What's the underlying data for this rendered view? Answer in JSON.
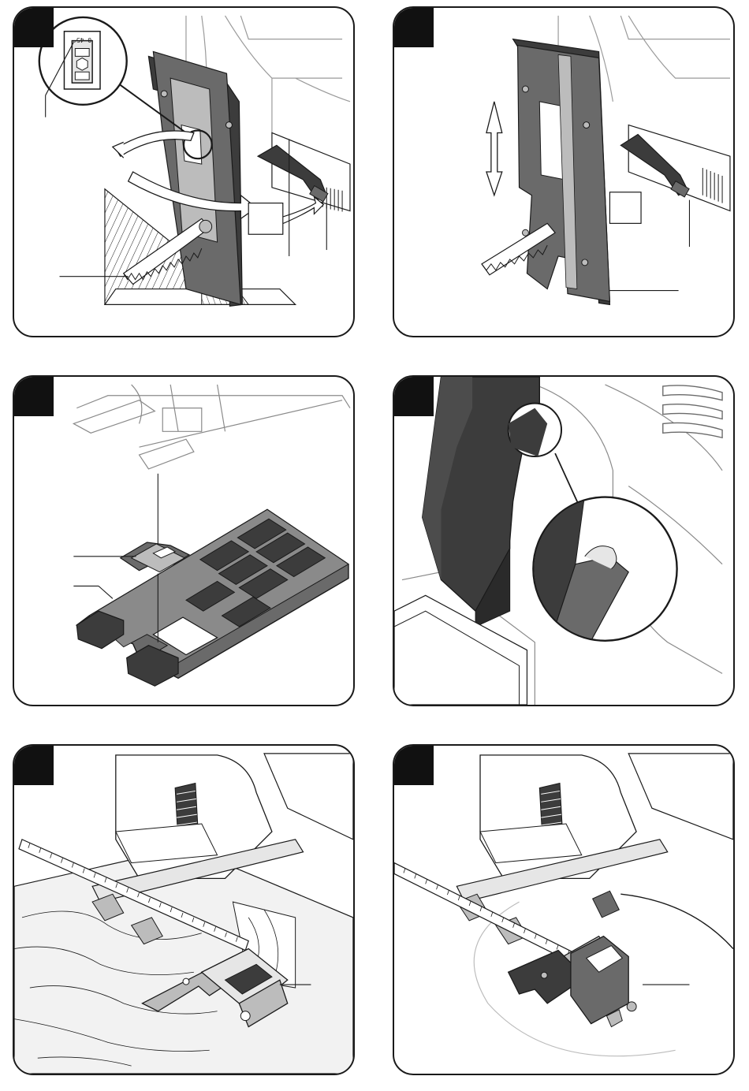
{
  "page": {
    "panels": [
      {
        "id": "panel-1",
        "depicts": "base-plate-bevel-adjustment"
      },
      {
        "id": "panel-2",
        "depicts": "base-plate-sliding-adjustment"
      },
      {
        "id": "panel-3",
        "depicts": "anti-splinter-insert-and-cover"
      },
      {
        "id": "panel-4",
        "depicts": "dust-extraction-port-detail"
      },
      {
        "id": "panel-5",
        "depicts": "parallel-guide-on-workpiece"
      },
      {
        "id": "panel-6",
        "depicts": "circle-cutter-attachment"
      }
    ]
  },
  "panel1": {
    "bevel_scale_text": "0 45°"
  },
  "colors": {
    "line": "#1a1a1a",
    "fill_dark": "#3c3c3c",
    "fill_mid": "#6a6a6a",
    "fill_light": "#bcbcbc",
    "fill_pale": "#e6e6e6",
    "wood": "#f2f2f2",
    "tab": "#111111"
  }
}
